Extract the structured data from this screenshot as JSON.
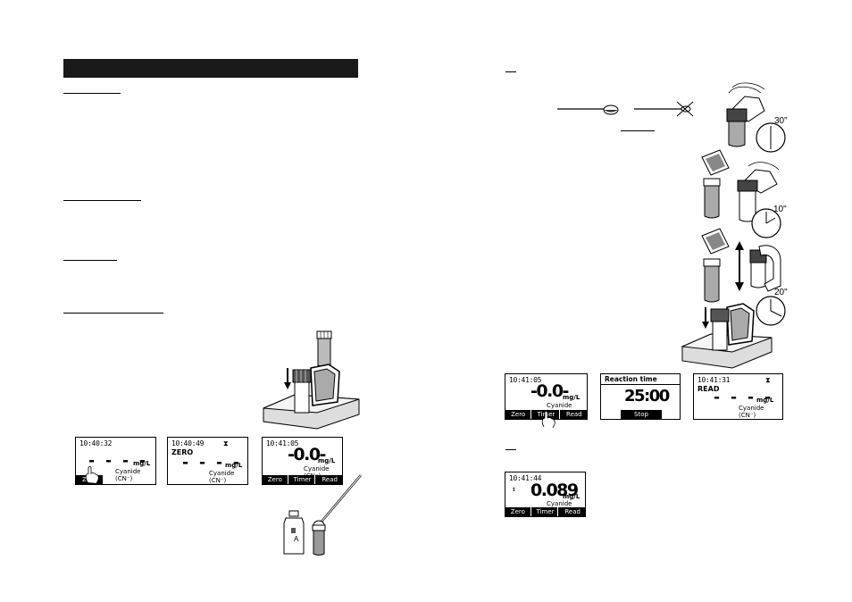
{
  "left_page": {
    "section_header": "",
    "subheadings": [
      "",
      "",
      "",
      ""
    ]
  },
  "right_page": {
    "note_marks": [
      "",
      ""
    ],
    "mid_underline": ""
  },
  "timers": {
    "t1": "30\"",
    "t2": "10\"",
    "t3": "20\""
  },
  "reagent_bottle_label": "A",
  "screens": {
    "s1": {
      "time": "10:40:32",
      "dashes": "- - - -",
      "unit": "mg/L",
      "param": "Cyanide (CN⁻)",
      "soft_key": "Zero"
    },
    "s2": {
      "time": "10:40:49",
      "status": "ZERO",
      "dashes": "- - - -",
      "unit": "mg/L",
      "param": "Cyanide (CN⁻)"
    },
    "s3": {
      "time": "10:41:05",
      "value": "-0.0-",
      "unit": "mg/L",
      "param": "Cyanide (CN⁻)",
      "keys": [
        "Zero",
        "Timer",
        "Read"
      ]
    },
    "s4": {
      "time": "10:41:05",
      "value": "-0.0-",
      "unit": "mg/L",
      "param": "Cyanide (CN⁻)",
      "keys": [
        "Zero",
        "Timer",
        "Read"
      ]
    },
    "s5": {
      "title": "Reaction time",
      "value": "25:00",
      "key": "Stop"
    },
    "s6": {
      "time": "10:41:31",
      "status": "READ",
      "dashes": "- - - -",
      "unit": "mg/L",
      "param": "Cyanide (CN⁻)"
    },
    "s7": {
      "time": "10:41:44",
      "value": "0.089",
      "unit": "mg/L",
      "param": "Cyanide (CN⁻)",
      "keys": [
        "Zero",
        "Timer",
        "Read"
      ]
    }
  }
}
